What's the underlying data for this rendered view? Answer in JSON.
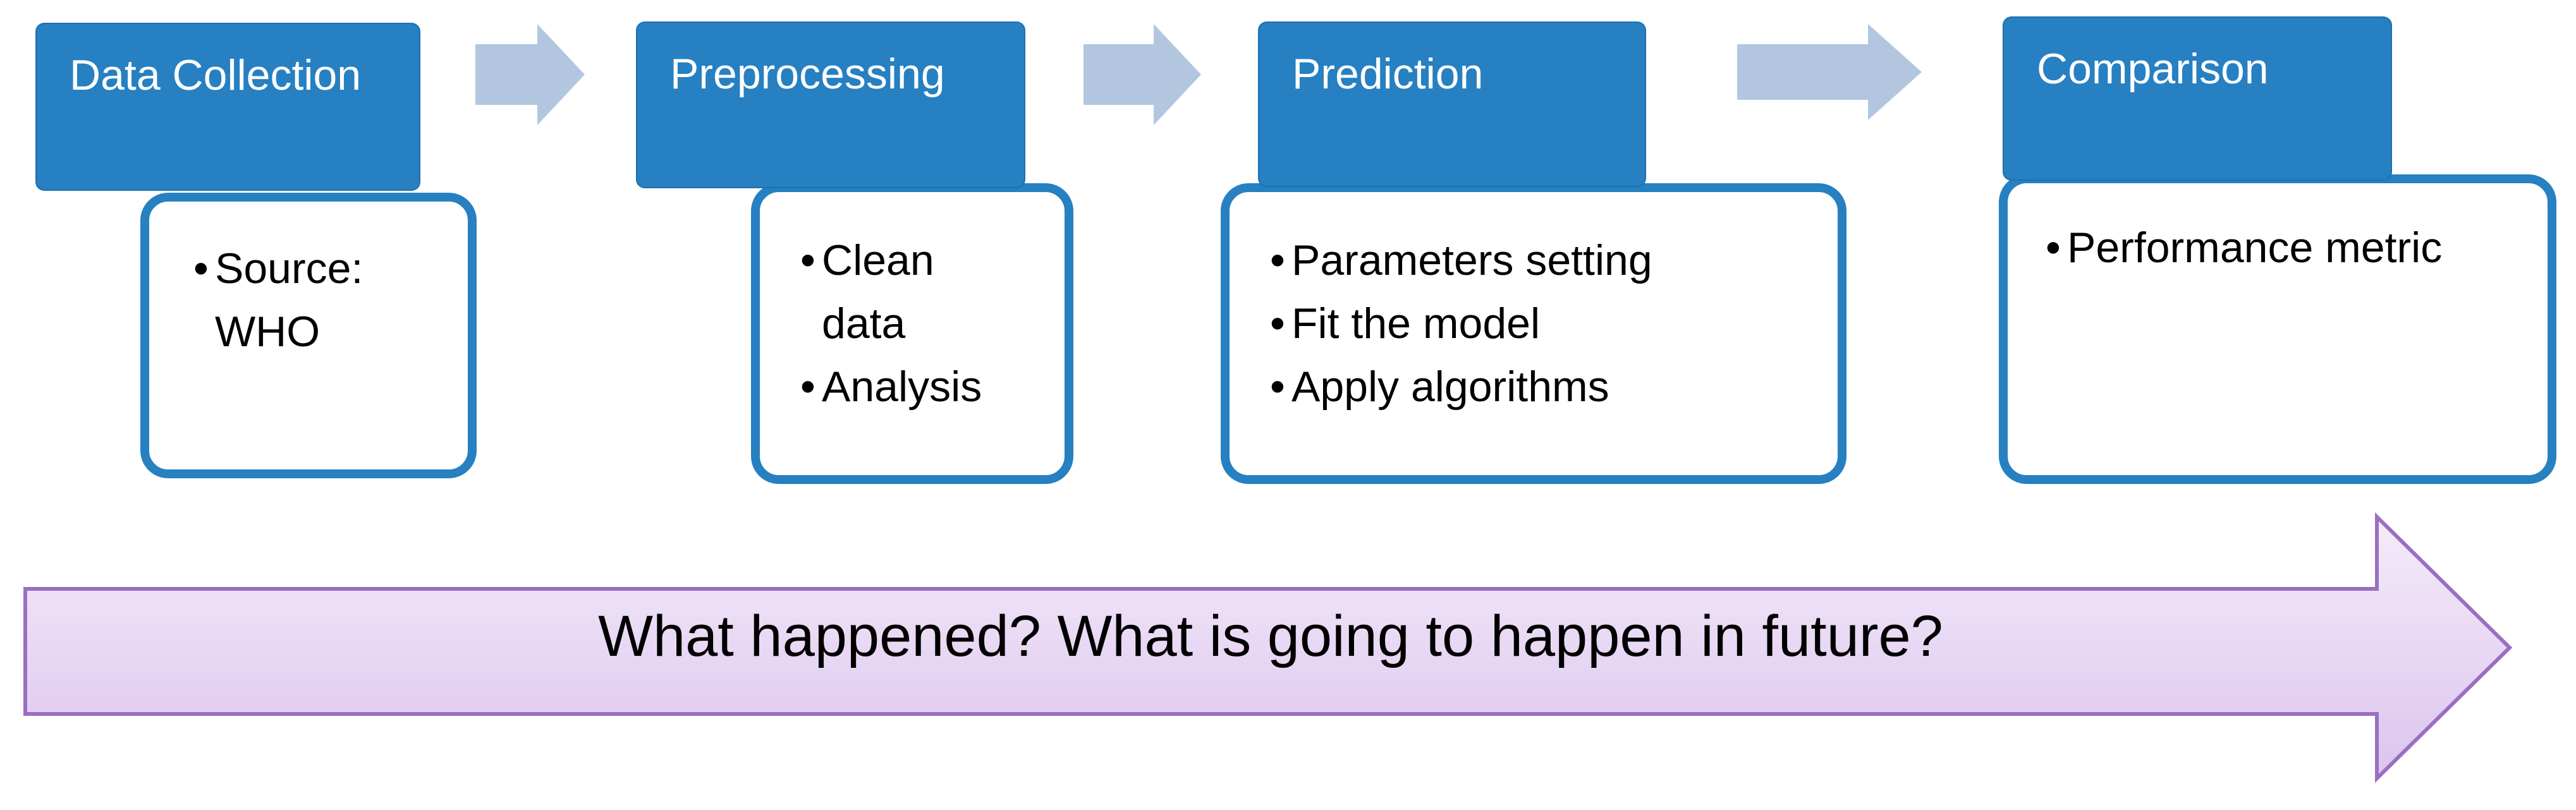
{
  "steps": [
    {
      "title": "Data Collection",
      "bullets": [
        "Source: WHO"
      ]
    },
    {
      "title": "Preprocessing",
      "bullets": [
        "Clean data",
        "Analysis"
      ]
    },
    {
      "title": "Prediction",
      "bullets": [
        "Parameters setting",
        "Fit the model",
        "Apply algorithms"
      ]
    },
    {
      "title": "Comparison",
      "bullets": [
        "Performance metric"
      ]
    }
  ],
  "timeline_arrow": {
    "text": "What happened? What is going to happen in future?"
  },
  "colors": {
    "box_blue": "#2680c2",
    "connector_arrow": "#b3c6e0",
    "banner_fill": "#e8d8f4",
    "banner_stroke": "#9a6fc0"
  }
}
